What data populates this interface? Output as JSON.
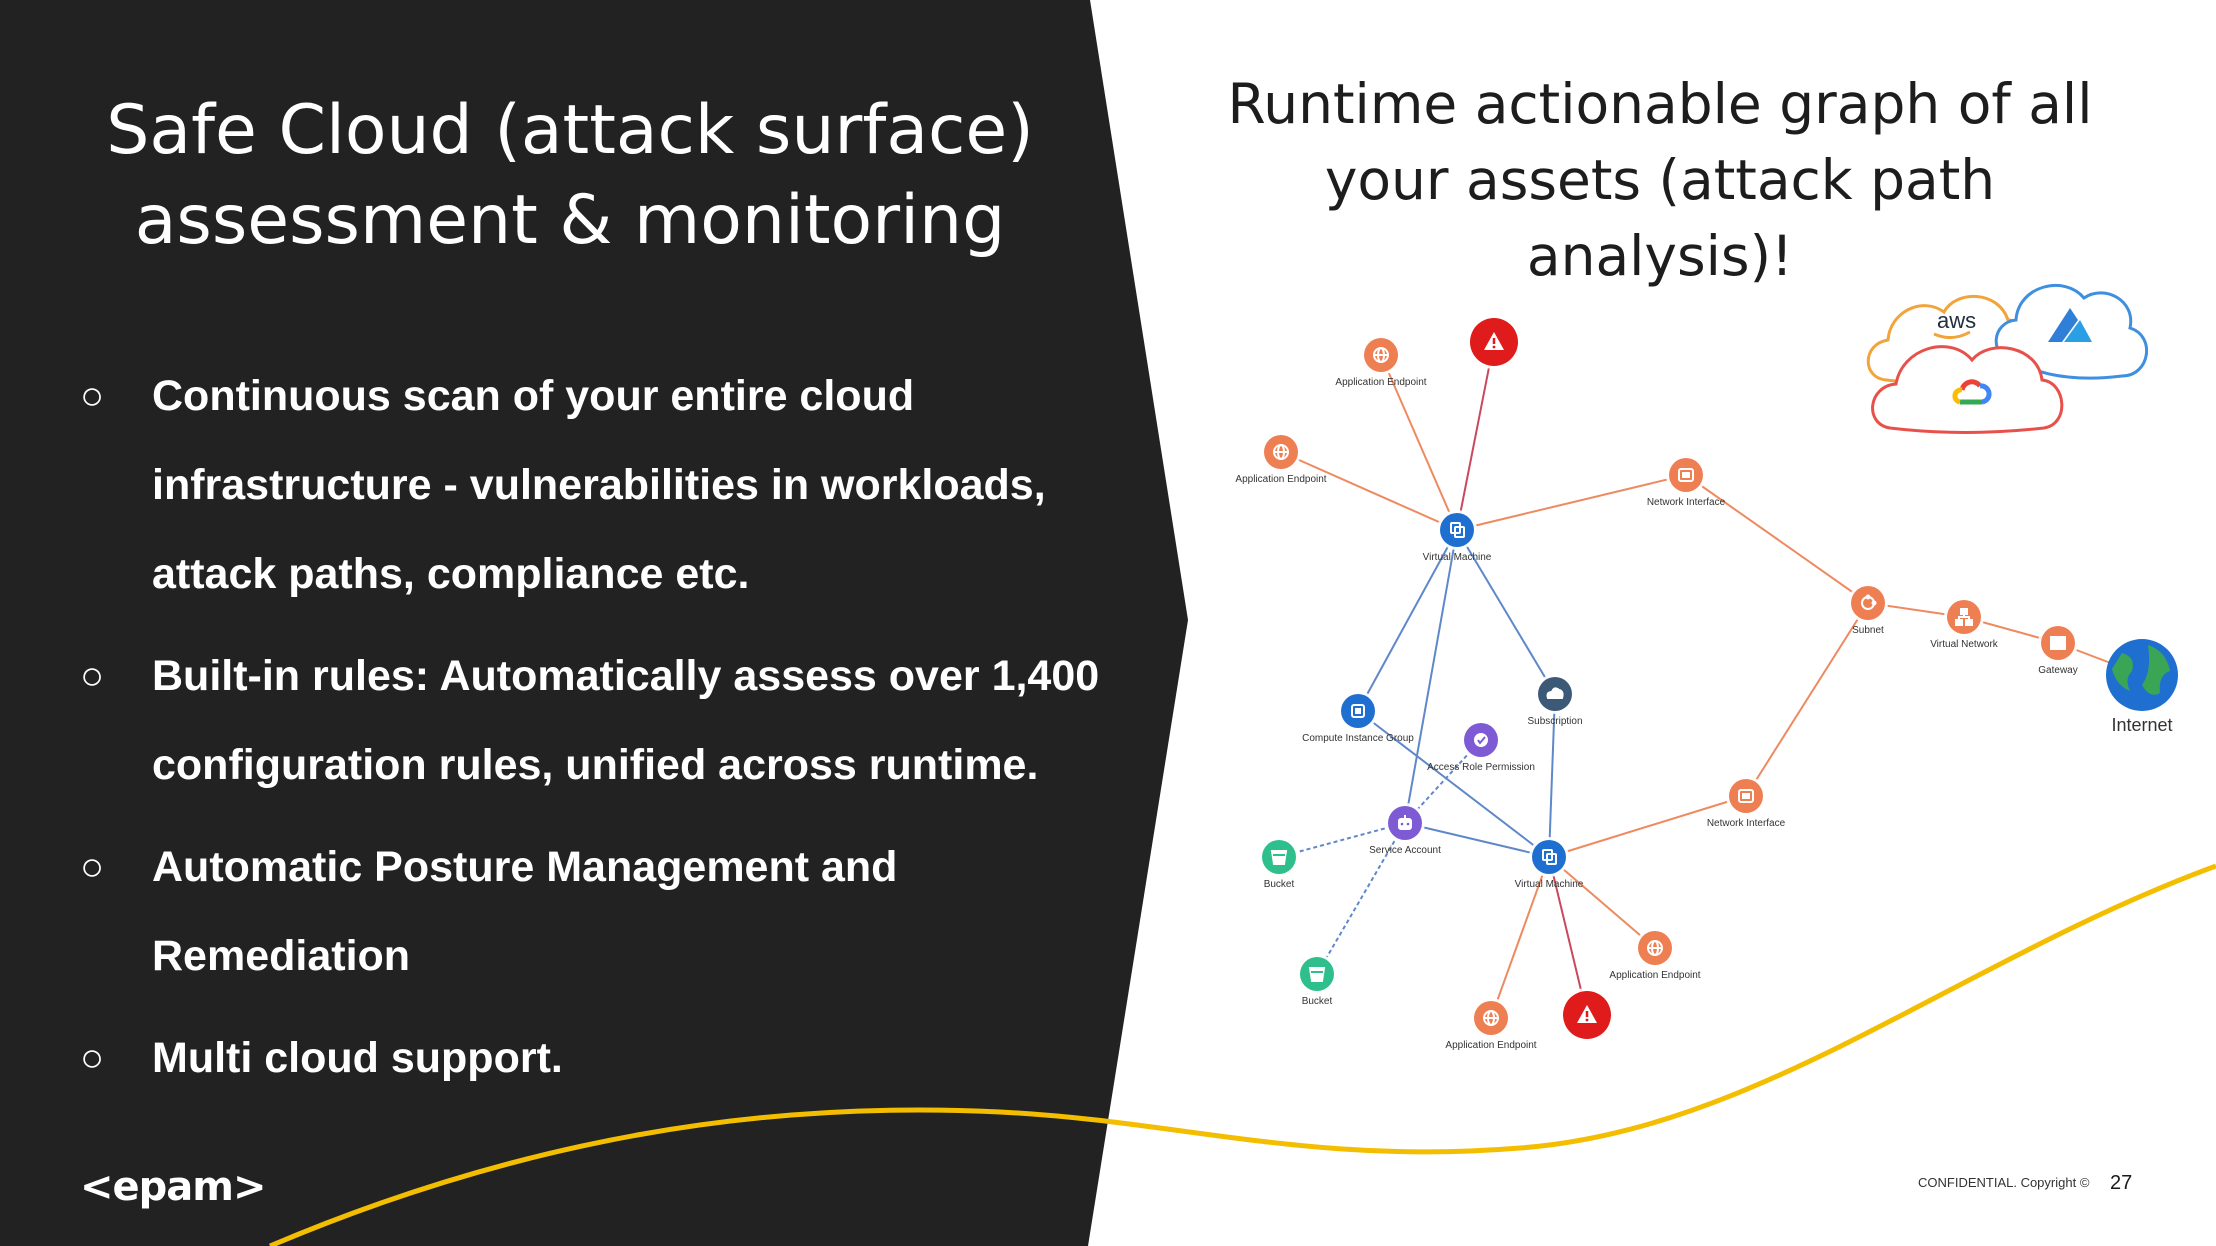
{
  "slide": {
    "left_title": [
      "Safe Cloud (attack surface)",
      "assessment & monitoring"
    ],
    "bullet_marker": "○",
    "bullets": [
      [
        "Continuous scan of your entire cloud",
        "infrastructure - vulnerabilities in workloads,",
        "attack paths, compliance etc."
      ],
      [
        "Built-in rules: Automatically assess over 1,400",
        "configuration rules, unified across runtime."
      ],
      [
        "Automatic Posture Management and",
        "Remediation"
      ],
      [
        "Multi cloud support."
      ]
    ],
    "right_title": [
      "Runtime actionable graph of all",
      "your assets (attack path analysis)!"
    ],
    "logo": "<epam>",
    "footer_confidential": "CONFIDENTIAL. Copyright ©",
    "page_number": "27",
    "colors": {
      "dark_panel": "#222222",
      "wave": "#f4be00",
      "orange_node": "#ee7f52",
      "blue_node": "#1f6fd1",
      "purple_node": "#7e5bd4",
      "green_node": "#2fbf8c",
      "alert_node": "#e01b1b",
      "slate_node": "#3c5a78"
    }
  },
  "graph": {
    "nodes": [
      {
        "id": "app1",
        "label": "Application Endpoint",
        "icon": "globe-icon",
        "color": "#ee7f52"
      },
      {
        "id": "alert1",
        "label": "",
        "icon": "warning-icon",
        "color": "#e01b1b"
      },
      {
        "id": "app2",
        "label": "Application Endpoint",
        "icon": "globe-icon",
        "color": "#ee7f52"
      },
      {
        "id": "vm1",
        "label": "Virtual Machine",
        "icon": "copy-icon",
        "color": "#1f6fd1"
      },
      {
        "id": "ni1",
        "label": "Network Interface",
        "icon": "network-card-icon",
        "color": "#ee7f52"
      },
      {
        "id": "subnet",
        "label": "Subnet",
        "icon": "subnet-icon",
        "color": "#ee7f52"
      },
      {
        "id": "vnet",
        "label": "Virtual Network",
        "icon": "sitemap-icon",
        "color": "#ee7f52"
      },
      {
        "id": "gw",
        "label": "Gateway",
        "icon": "gateway-icon",
        "color": "#ee7f52"
      },
      {
        "id": "internet",
        "label": "Internet",
        "icon": "globe-earth-icon",
        "color": "#1f6fd1"
      },
      {
        "id": "cig",
        "label": "Compute Instance Group",
        "icon": "cpu-icon",
        "color": "#1f6fd1"
      },
      {
        "id": "sub",
        "label": "Subscription",
        "icon": "cloud-icon",
        "color": "#3c5a78"
      },
      {
        "id": "arp",
        "label": "Access Role Permission",
        "icon": "check-badge-icon",
        "color": "#7e5bd4"
      },
      {
        "id": "sa",
        "label": "Service Account",
        "icon": "robot-icon",
        "color": "#7e5bd4"
      },
      {
        "id": "ni2",
        "label": "Network Interface",
        "icon": "network-card-icon",
        "color": "#ee7f52"
      },
      {
        "id": "bucket1",
        "label": "Bucket",
        "icon": "bucket-icon",
        "color": "#2fbf8c"
      },
      {
        "id": "vm2",
        "label": "Virtual Machine",
        "icon": "copy-icon",
        "color": "#1f6fd1"
      },
      {
        "id": "app3",
        "label": "Application Endpoint",
        "icon": "globe-icon",
        "color": "#ee7f52"
      },
      {
        "id": "bucket2",
        "label": "Bucket",
        "icon": "bucket-icon",
        "color": "#2fbf8c"
      },
      {
        "id": "app4",
        "label": "Application Endpoint",
        "icon": "globe-icon",
        "color": "#ee7f52"
      },
      {
        "id": "alert2",
        "label": "",
        "icon": "warning-icon",
        "color": "#e01b1b"
      }
    ],
    "edges": [
      [
        "app1",
        "vm1"
      ],
      [
        "alert1",
        "vm1"
      ],
      [
        "app2",
        "vm1"
      ],
      [
        "vm1",
        "ni1"
      ],
      [
        "ni1",
        "subnet"
      ],
      [
        "subnet",
        "vnet"
      ],
      [
        "vnet",
        "gw"
      ],
      [
        "gw",
        "internet"
      ],
      [
        "vm1",
        "cig"
      ],
      [
        "vm1",
        "sub"
      ],
      [
        "vm1",
        "sa"
      ],
      [
        "sub",
        "vm2"
      ],
      [
        "cig",
        "vm2"
      ],
      [
        "arp",
        "sa"
      ],
      [
        "sa",
        "vm2"
      ],
      [
        "sa",
        "bucket1"
      ],
      [
        "sa",
        "bucket2"
      ],
      [
        "vm2",
        "ni2"
      ],
      [
        "ni2",
        "subnet"
      ],
      [
        "vm2",
        "app3"
      ],
      [
        "vm2",
        "app4"
      ],
      [
        "vm2",
        "alert2"
      ]
    ],
    "clouds": {
      "aws": "aws",
      "azure": "azure-logo-icon",
      "gcp": "google-cloud-logo-icon"
    }
  }
}
